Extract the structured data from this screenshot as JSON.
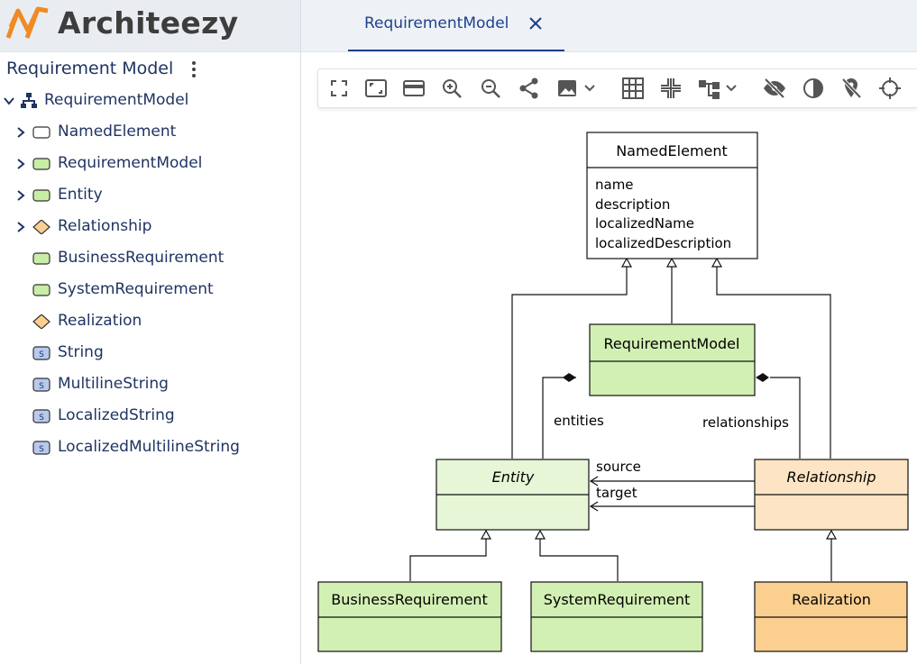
{
  "app": {
    "name": "Architeezy",
    "brand_color": "#f08a24"
  },
  "tabs": [
    {
      "label": "RequirementModel",
      "close_icon": "close-icon"
    }
  ],
  "sidebar": {
    "title": "Requirement Model",
    "root": {
      "label": "RequirementModel",
      "icon": "hierarchy-icon"
    },
    "items": [
      {
        "label": "NamedElement",
        "icon": "class-white-icon",
        "expandable": true
      },
      {
        "label": "RequirementModel",
        "icon": "class-green-icon",
        "expandable": true
      },
      {
        "label": "Entity",
        "icon": "class-green-icon",
        "expandable": true
      },
      {
        "label": "Relationship",
        "icon": "relation-diamond-icon",
        "expandable": true
      },
      {
        "label": "BusinessRequirement",
        "icon": "class-green-icon",
        "expandable": false
      },
      {
        "label": "SystemRequirement",
        "icon": "class-green-icon",
        "expandable": false
      },
      {
        "label": "Realization",
        "icon": "relation-diamond-icon",
        "expandable": false
      },
      {
        "label": "String",
        "icon": "string-type-icon",
        "expandable": false
      },
      {
        "label": "MultilineString",
        "icon": "string-type-icon",
        "expandable": false
      },
      {
        "label": "LocalizedString",
        "icon": "string-type-icon",
        "expandable": false
      },
      {
        "label": "LocalizedMultilineString",
        "icon": "string-type-icon",
        "expandable": false
      }
    ]
  },
  "toolbar": {
    "buttons": [
      "fullscreen-icon",
      "fit-to-screen-icon",
      "card-icon",
      "zoom-in-icon",
      "zoom-out-icon",
      "share-icon",
      "image-export-icon",
      "grid-icon",
      "snap-icon",
      "layout-icon",
      "hide-icon",
      "contrast-icon",
      "pin-off-icon",
      "locate-icon"
    ]
  },
  "diagram": {
    "colors": {
      "green": "#d2f0b4",
      "green_light": "#e6f6d6",
      "peach": "#fde4c4",
      "orange": "#fbcf8f",
      "white": "#ffffff"
    },
    "named_element": {
      "title": "NamedElement",
      "attributes": [
        "name",
        "description",
        "localizedName",
        "localizedDescription"
      ]
    },
    "requirement_model": {
      "title": "RequirementModel"
    },
    "entity": {
      "title": "Entity"
    },
    "relationship": {
      "title": "Relationship"
    },
    "business_requirement": {
      "title": "BusinessRequirement"
    },
    "system_requirement": {
      "title": "SystemRequirement"
    },
    "realization": {
      "title": "Realization"
    },
    "edge_labels": {
      "entities": "entities",
      "relationships": "relationships",
      "source": "source",
      "target": "target"
    }
  }
}
